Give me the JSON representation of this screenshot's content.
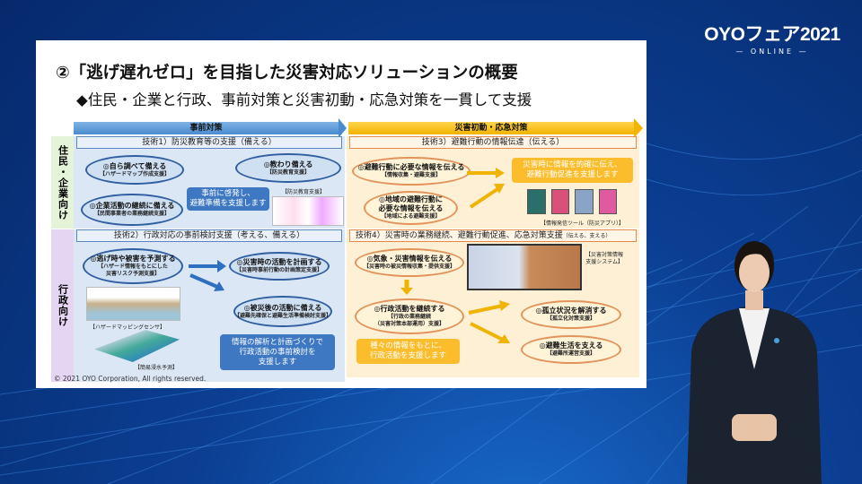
{
  "logo": {
    "brand": "OYOフェア2021",
    "edition": "ONLINE"
  },
  "slide": {
    "title": "②「逃げ遅れゼロ」を目指した災害対応ソリューションの概要",
    "subtitle": "◆住民・企業と行政、事前対策と災害初動・応急対策を一貫して支援",
    "phase_left": "事前対策",
    "phase_right": "災害初動・応急対策",
    "row_top": "住民・企業向け",
    "row_bottom": "行政向け",
    "tech1": {
      "header": "技術1）防災教育等の支援（備える）",
      "e1": {
        "main": "◎自ら調べて備える",
        "sub": "【ハザードマップ作成支援】"
      },
      "e2": {
        "main": "◎教わり備える",
        "sub": "【防災教育支援】"
      },
      "e3": {
        "main": "◎企業活動の継続に備える",
        "sub": "【民間事業者の業務継続支援】"
      },
      "callout": [
        "事前に啓発し、",
        "避難準備を支援します"
      ],
      "caption": "【防災教育支援】"
    },
    "tech2": {
      "header": "技術2）行政対応の事前検討支援（考える、備える）",
      "e1": {
        "main": "◎逃げ時や被害を予測する",
        "sub1": "【ハザード情報をもとにした",
        "sub2": "災害リスク予測支援】"
      },
      "e2": {
        "main": "◎災害時の活動を計画する",
        "sub": "【災害時事前行動の計画策定支援】"
      },
      "e3": {
        "main": "◎被災後の活動に備える",
        "sub": "【避難先確保と避難生活準備検討支援】"
      },
      "caption1": "【ハザードマッピングセンサ】",
      "caption2": "【簡易浸水予測】",
      "callout": [
        "情報の解析と計画づくりで",
        "行政活動の事前検討を",
        "支援します"
      ]
    },
    "tech3": {
      "header": "技術3）避難行動の情報伝達（伝える）",
      "e1": {
        "main": "◎避難行動に必要な情報を伝える",
        "sub": "【情報収集・避難支援】"
      },
      "e2": {
        "main1": "◎地域の避難行動に",
        "main2": "必要な情報を伝える",
        "sub": "【地域による避難支援】"
      },
      "callout": [
        "災害時に情報を的確に伝え、",
        "避難行動促進を支援します"
      ],
      "caption": "【情報発信ツール（防災アプリ）】"
    },
    "tech4": {
      "header": "技術4）災害時の業務継続、避難行動促進、応急対策支援",
      "header_note": "（伝える、支える）",
      "e1": {
        "main": "◎気象・災害情報を伝える",
        "sub": "【災害時の被災情報収集・提供支援】"
      },
      "e2": {
        "main": "◎行政活動を継続する",
        "sub1": "【行政の業務継続",
        "sub2": "（災害対策本部運用）支援】"
      },
      "e3": {
        "main": "◎孤立状況を解消する",
        "sub": "【孤立化対策支援】"
      },
      "e4": {
        "main": "◎避難生活を支える",
        "sub": "【避難所運営支援】"
      },
      "caption": [
        "【災害対策情報",
        "支援システム】"
      ],
      "callout": [
        "種々の情報をもとに、",
        "行政活動を支援します"
      ]
    },
    "copyright": "© 2021 OYO Corporation, All rights reserved."
  },
  "colors": {
    "blue_panel": "#dbe7f5",
    "orange_panel": "#fdf0d5",
    "accent_yellow": "#f3b400",
    "accent_blue": "#3f78c2"
  }
}
